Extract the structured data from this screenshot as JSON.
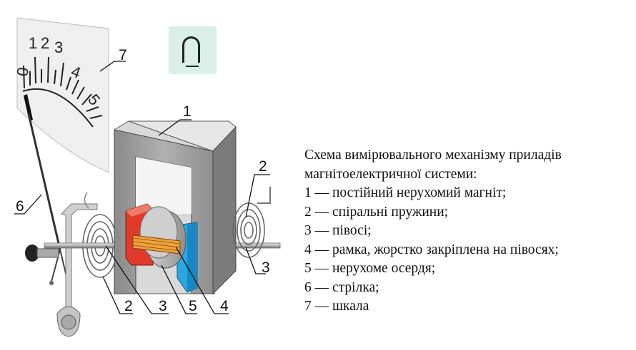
{
  "caption": {
    "title_line1": "Схема вимірювального механізму приладів",
    "title_line2": "магнітоелектричної системи:",
    "items": [
      "1 — постійний нерухомий магніт;",
      "2 — спіральні пружини;",
      "3 — півосі;",
      "4 — рамка, жорстко закріплена на півосях;",
      "5 — нерухоме осердя;",
      "6 — стрілка;",
      "7 — шкала"
    ]
  },
  "dial": {
    "numbers": [
      "0",
      "1",
      "2",
      "3",
      "4",
      "5"
    ]
  },
  "callouts": {
    "magnet": "1",
    "spring_right": "2",
    "axle_right": "3",
    "pointer": "6",
    "scale": "7",
    "spring_left": "2",
    "axle_left": "3",
    "core": "5",
    "frame": "4"
  },
  "colors": {
    "magnet_front": "#9a9a9a",
    "magnet_side": "#d4d4d4",
    "red_pole": "#e23a2a",
    "blue_pole": "#2aa7e0",
    "coil": "#f0a23a",
    "core": "#b9b9b9",
    "symbol_bg": "#d9efe8"
  },
  "symbol": {
    "icon": "magnetoelectric-system-icon"
  }
}
